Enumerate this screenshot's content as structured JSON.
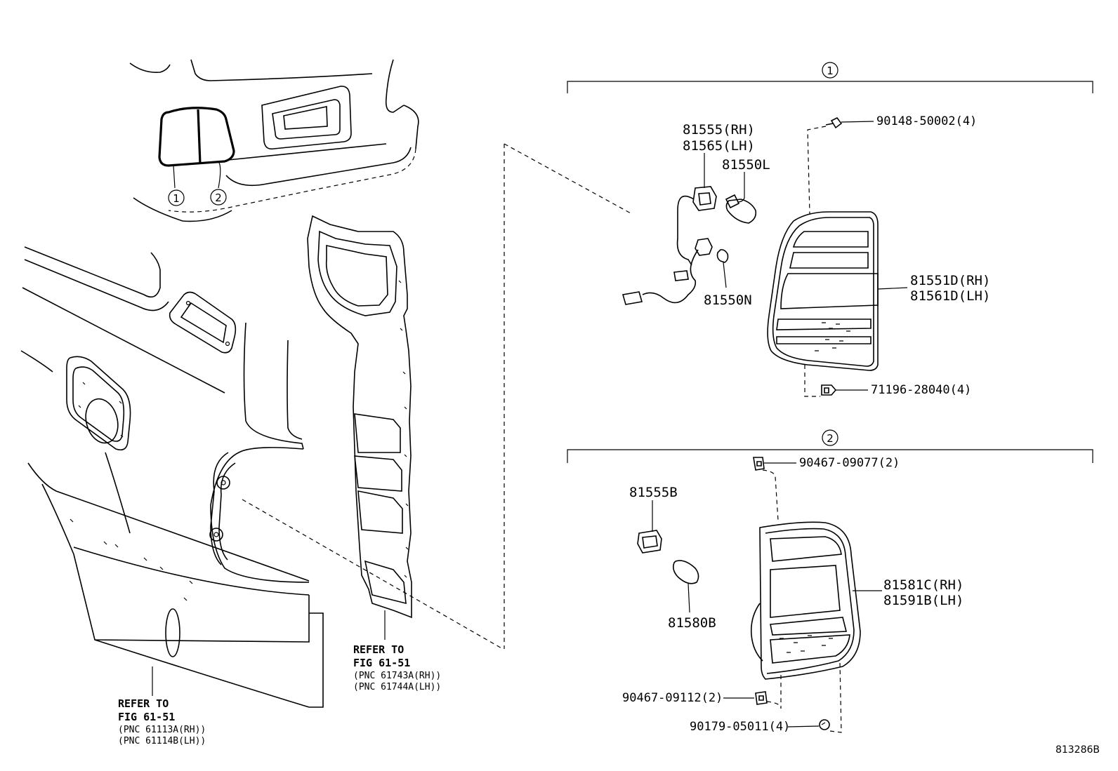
{
  "callouts": {
    "group1": "1",
    "group2": "2",
    "vehicle_1": "1",
    "vehicle_2": "2"
  },
  "parts": {
    "socket_rh": "81555(RH)",
    "socket_lh": "81565(LH)",
    "bulb_l": "81550L",
    "bulb_n": "81550N",
    "screw_upper": "90148-50002(4)",
    "lens_rh": "81551D(RH)",
    "lens_lh": "81561D(LH)",
    "clip_lower": "71196-28040(4)",
    "nut_upper": "90467-09077(2)",
    "socket_b": "81555B",
    "bulb_b": "81580B",
    "lamp_rh": "81581C(RH)",
    "lamp_lh": "81591B(LH)",
    "nut_lower": "90467-09112(2)",
    "screw_lower": "90179-05011(4)"
  },
  "references": {
    "body_panel": {
      "line1": "REFER TO",
      "line2": "FIG 61-51",
      "pnc1": "(PNC 61113A(RH))",
      "pnc2": "(PNC 61114B(LH))"
    },
    "inner_panel": {
      "line1": "REFER TO",
      "line2": "FIG 61-51",
      "pnc1": "(PNC 61743A(RH))",
      "pnc2": "(PNC 61744A(LH))"
    }
  },
  "diagram_id": "813286B"
}
